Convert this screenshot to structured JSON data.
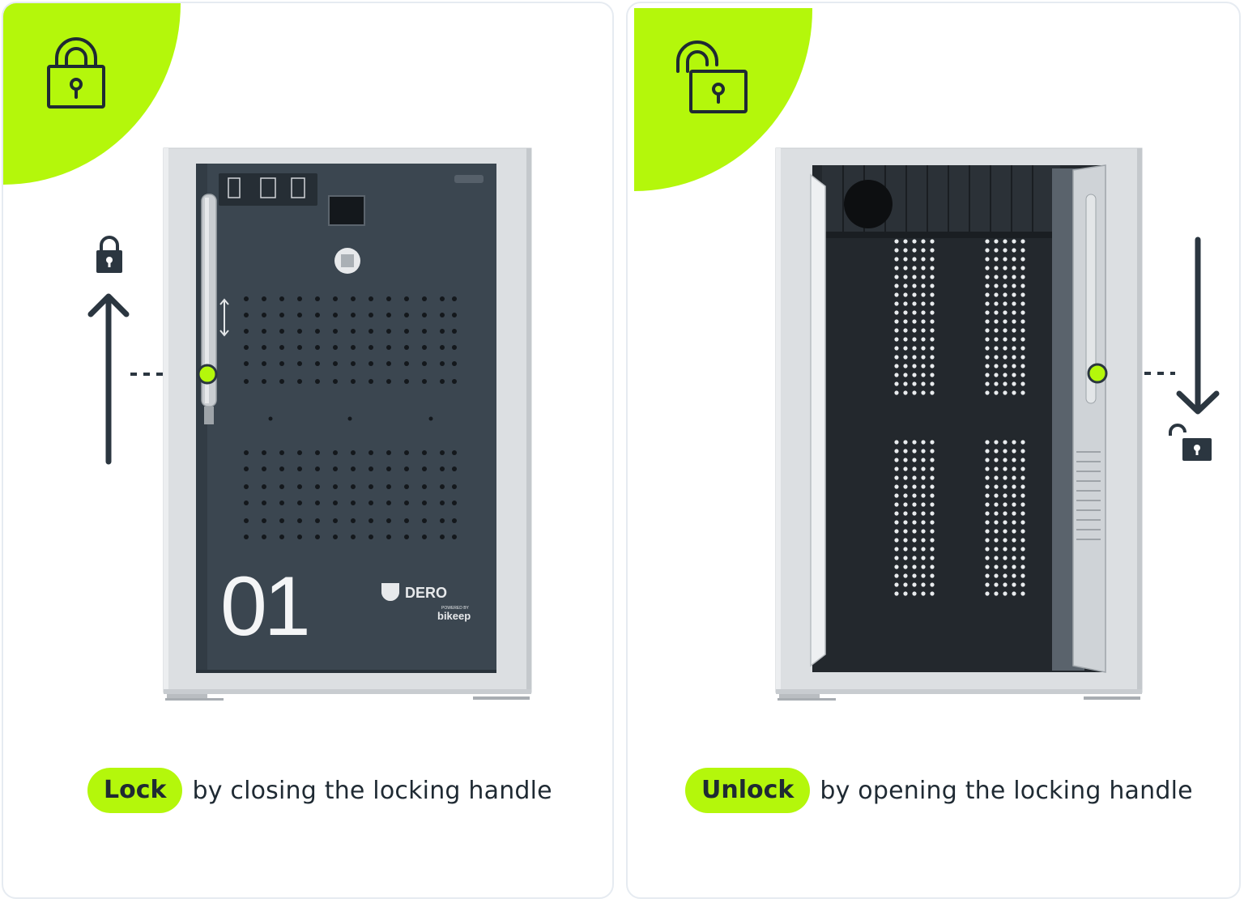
{
  "lock_panel": {
    "action": "Lock",
    "description": "by closing the locking handle",
    "badge_icon": "padlock-closed-icon",
    "direction_icon": "arrow-up-icon",
    "state_icon": "lock-closed-icon",
    "locker_number": "01",
    "brand": "DERO",
    "powered_by": "POWERED BY",
    "powered_brand": "bikeep"
  },
  "unlock_panel": {
    "action": "Unlock",
    "description": "by opening the locking handle",
    "badge_icon": "padlock-open-icon",
    "direction_icon": "arrow-down-icon",
    "state_icon": "lock-open-icon"
  },
  "colors": {
    "accent": "#b4f70b",
    "dark": "#1f2a33",
    "door": "#3b4650",
    "frame": "#dde1e4",
    "interior": "#23282d"
  }
}
